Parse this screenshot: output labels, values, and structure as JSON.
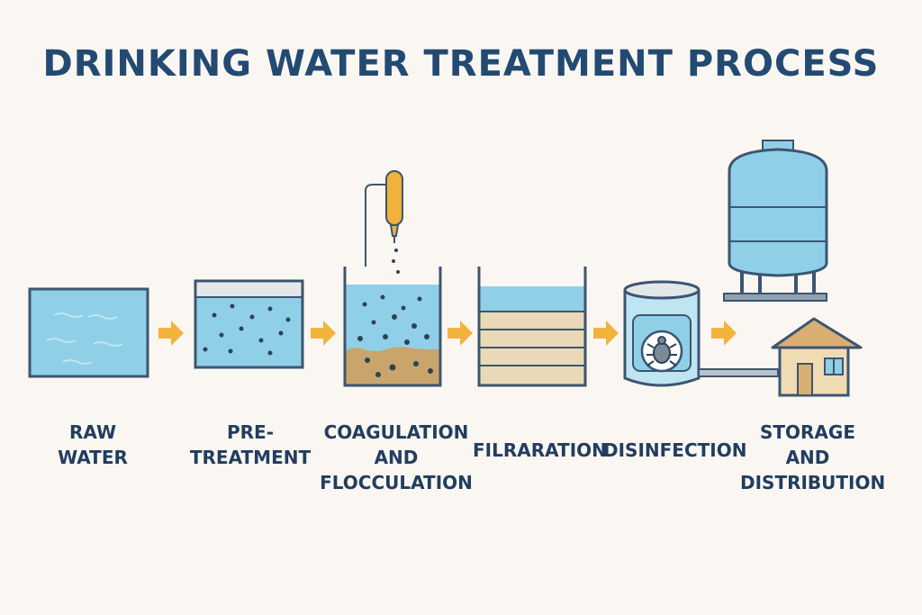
{
  "title": "DRINKING WATER TREATMENT PROCESS",
  "steps": [
    {
      "id": "raw-water",
      "lines": [
        "RAW",
        "WATER"
      ]
    },
    {
      "id": "pre-treatment",
      "lines": [
        "PRE-",
        "TREATMENT"
      ]
    },
    {
      "id": "coagulation-flocculation",
      "lines": [
        "COAGULATION",
        "AND",
        "FLOCCULATION"
      ]
    },
    {
      "id": "filtration",
      "lines": [
        "FILRARATION"
      ]
    },
    {
      "id": "disinfection",
      "lines": [
        "DISINFECTION"
      ]
    },
    {
      "id": "storage-distribution",
      "lines": [
        "STORAGE",
        "AND",
        "DISTRIBUTION"
      ]
    }
  ],
  "colors": {
    "title": "#234a72",
    "label": "#223d5e",
    "water": "#8fd0e8",
    "water_dark": "#73bfdc",
    "outline": "#3d5570",
    "arrow": "#f2b33d",
    "sediment": "#c9a56b",
    "filter_layer": "#e9d9b6",
    "tank": "#8fd0e8",
    "house_wall": "#efdcb3",
    "house_roof": "#d9ae72",
    "chemical": "#f0b23a"
  },
  "icons": [
    "arrow-right-icon",
    "chemical-dropper-icon",
    "germ-icon",
    "water-tower-icon",
    "house-icon"
  ]
}
